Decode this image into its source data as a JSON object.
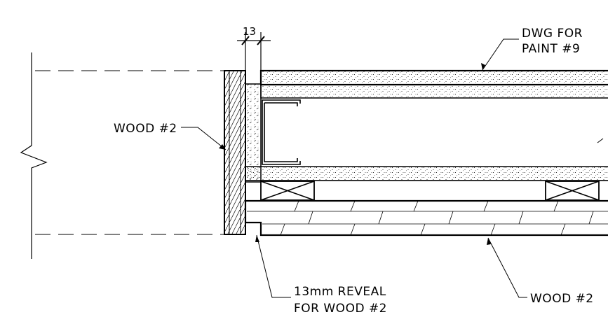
{
  "dimension": {
    "value": "13"
  },
  "labels": {
    "dwg_line1": "DWG FOR",
    "dwg_line2": "PAINT #9",
    "wood_left": "WOOD #2",
    "reveal_line1": "13mm REVEAL",
    "reveal_line2": "FOR WOOD #2",
    "wood_bottom": "WOOD #2"
  },
  "colors": {
    "ink": "#000000",
    "paper": "#ffffff"
  }
}
